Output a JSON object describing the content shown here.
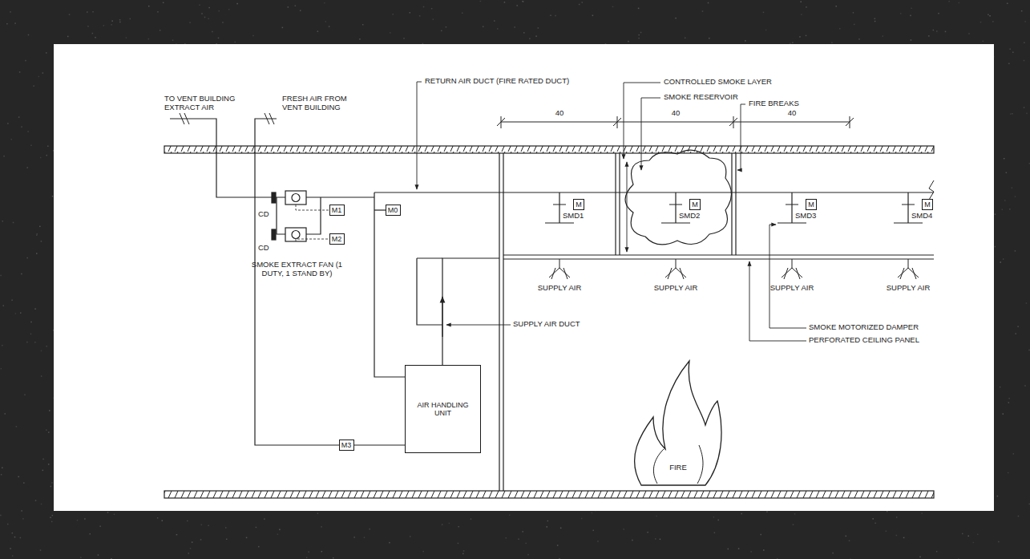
{
  "diagram": {
    "nodes": [
      {
        "text": [
          "M1"
        ]
      },
      {
        "text": [
          "M2"
        ]
      },
      {
        "text": [
          "M0"
        ]
      },
      {
        "text": [
          "M"
        ]
      },
      {
        "text": [
          "M"
        ]
      },
      {
        "text": [
          "M"
        ]
      },
      {
        "text": [
          "M"
        ]
      },
      {
        "text": [
          "AIR HANDLING UNIT"
        ]
      },
      {
        "text": [
          "M3"
        ]
      }
    ],
    "edges": [
      {
        "from": 8,
        "to": 7,
        "arrow": "none"
      }
    ],
    "labels": [
      "TO VENT BUILDING EXTRACT AIR",
      "FRESH AIR FROM VENT BUILDING",
      "RETURN AIR DUCT (FIRE RATED DUCT)",
      "CONTROLLED SMOKE LAYER",
      "SMOKE RESERVOIR",
      "FIRE BREAKS",
      "40",
      "40",
      "40",
      "CD",
      "CD",
      "SMOKE EXTRACT FAN (1 DUTY, 1 STAND BY)",
      "SMD1",
      "SMD2",
      "SMD3",
      "SMD4",
      "SUPPLY AIR",
      "SUPPLY AIR",
      "SUPPLY AIR",
      "SUPPLY AIR",
      "SMOKE MOTORIZED DAMPER",
      "PERFORATED CEILING PANEL",
      "SUPPLY AIR DUCT",
      "FIRE"
    ]
  }
}
